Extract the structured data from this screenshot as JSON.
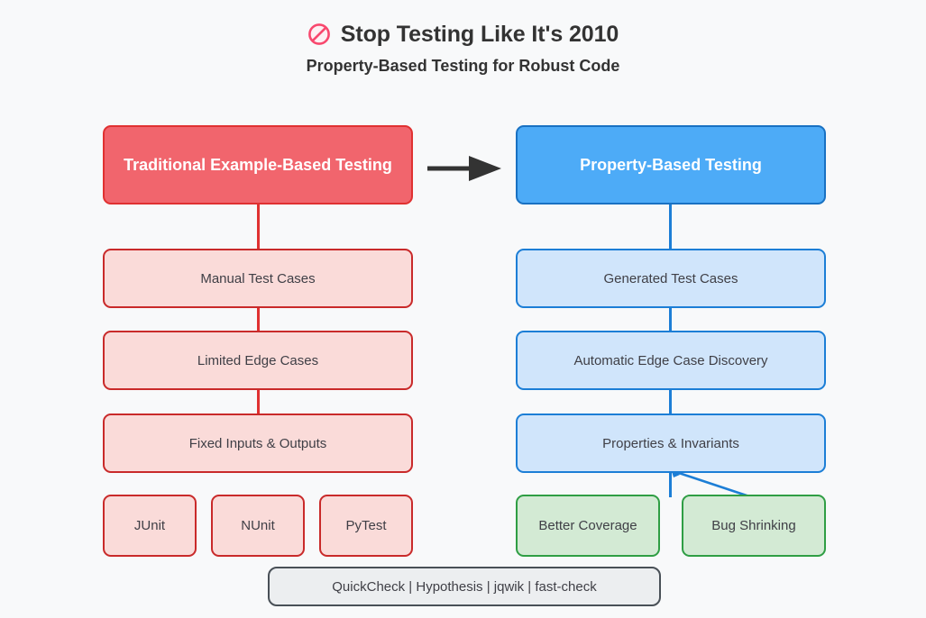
{
  "header": {
    "icon": "no-entry-icon",
    "title": "Stop Testing Like It's 2010",
    "subtitle": "Property-Based Testing for Robust Code"
  },
  "colors": {
    "background": "#f8f9fa",
    "red_header_fill": "#f1656d",
    "red_header_border": "#e03131",
    "blue_header_fill": "#4dabf7",
    "blue_header_border": "#1971c2",
    "pink_fill": "#fadbd9",
    "pink_border": "#c92a2a",
    "light_blue_fill": "#d0e5fb",
    "light_blue_border": "#1c7ed6",
    "green_fill": "#d3ead4",
    "green_border": "#2f9e44",
    "footer_fill": "#eceef0",
    "footer_border": "#495057",
    "arrow": "#333333",
    "text_dark": "#333333",
    "text_body": "#3f3f46"
  },
  "left_column": {
    "heading": "Traditional Example-Based Testing",
    "steps": [
      "Manual Test Cases",
      "Limited Edge Cases",
      "Fixed Inputs & Outputs"
    ],
    "tools": [
      "JUnit",
      "NUnit",
      "PyTest"
    ]
  },
  "right_column": {
    "heading": "Property-Based Testing",
    "steps": [
      "Generated Test Cases",
      "Automatic Edge Case Discovery",
      "Properties & Invariants"
    ],
    "outcomes": [
      "Better Coverage",
      "Bug Shrinking"
    ]
  },
  "transition_arrow": "arrow-right-icon",
  "footer": {
    "label": "QuickCheck | Hypothesis | jqwik | fast-check"
  }
}
